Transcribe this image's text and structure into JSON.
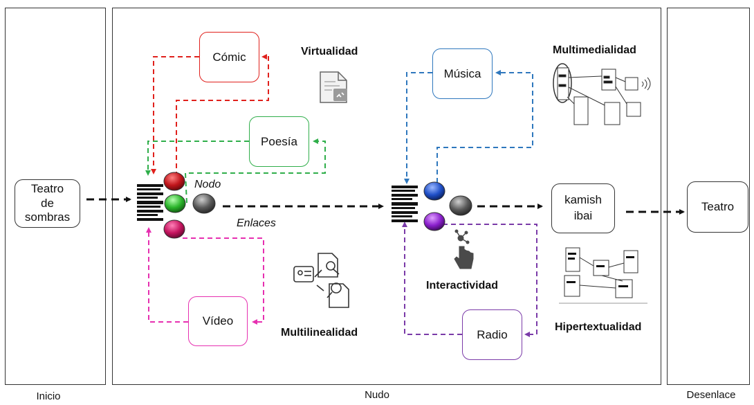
{
  "sections": {
    "inicio": "Inicio",
    "nudo": "Nudo",
    "desenlace": "Desenlace"
  },
  "boxes": {
    "teatro_de_sombras": [
      "Teatro",
      "de",
      "sombras"
    ],
    "comic": "Cómic",
    "poesia": "Poesía",
    "video": "Vídeo",
    "musica": "Música",
    "radio": "Radio",
    "kamishibai": [
      "kamish",
      "ibai"
    ],
    "teatro": "Teatro"
  },
  "concepts": {
    "virtualidad": "Virtualidad",
    "multimedialidad": "Multimedialidad",
    "multilinealidad": "Multilinealidad",
    "interactividad": "Interactividad",
    "hipertextualidad": "Hipertextualidad"
  },
  "labels": {
    "nodo": "Nodo",
    "enlaces": "Enlaces"
  },
  "colors": {
    "comic": "#e0201c",
    "poesia": "#2fae4a",
    "video": "#e62fb0",
    "musica": "#2e77bd",
    "radio": "#7a3aa8",
    "flow": "#111111",
    "button_red": "#c0151b",
    "button_green": "#2bb52b",
    "button_magenta": "#c4145e",
    "button_blue": "#1f4fc7",
    "button_purple": "#8a1fcc",
    "button_gray": "#5a5a5a"
  },
  "icons": {
    "virtualidad": "document-link-icon",
    "multimedialidad": "multimedia-map-icon",
    "multilinealidad": "search-documents-icon",
    "interactividad": "touch-hand-icon",
    "hipertextualidad": "hypertext-network-icon"
  }
}
